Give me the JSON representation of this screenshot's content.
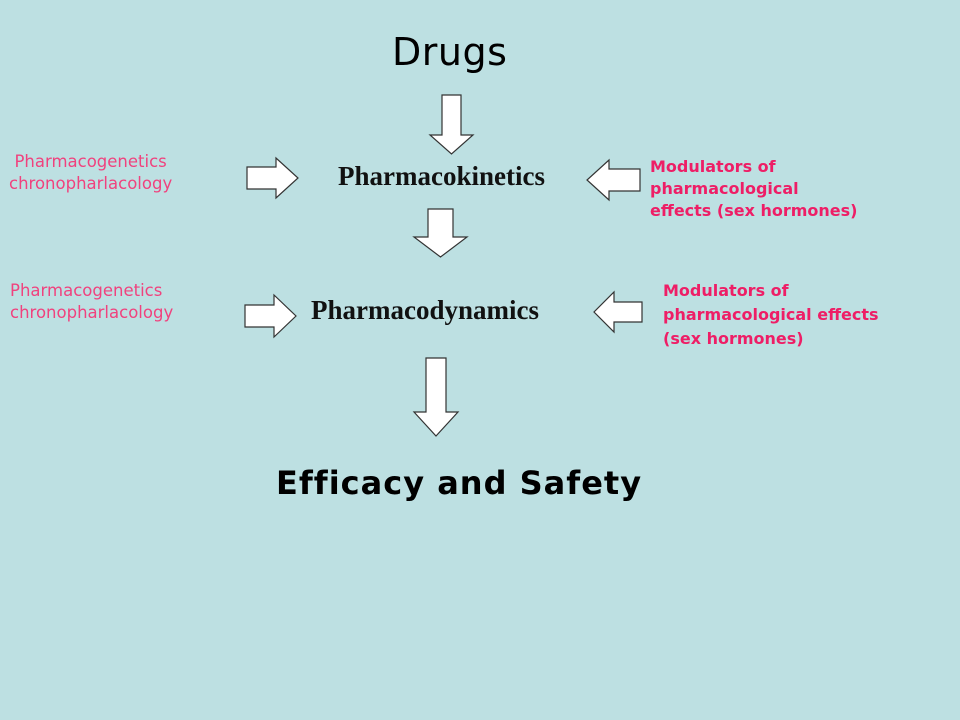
{
  "diagram": {
    "title": "Drugs",
    "stages": {
      "pharmacokinetics": "Pharmacokinetics",
      "pharmacodynamics": "Pharmacodynamics"
    },
    "outcome": "Efficacy and Safety",
    "left_inputs": {
      "pk": {
        "line1": "Pharmacogenetics",
        "line2": "chronopharlacology"
      },
      "pd": {
        "line1": "Pharmacogenetics",
        "line2": "chronopharlacology"
      }
    },
    "right_inputs": {
      "pk": {
        "line1": "Modulators of",
        "line2": "pharmacological",
        "line3": "effects (sex hormones)"
      },
      "pd": {
        "line1": "Modulators of",
        "line2": "pharmacological effects",
        "line3": "(sex hormones)"
      }
    },
    "colors": {
      "background": "#bde0e2",
      "side_text_left": "#f0427e",
      "side_text_right": "#ee1e66",
      "arrow_fill": "#ffffff",
      "arrow_stroke": "#333333"
    }
  }
}
